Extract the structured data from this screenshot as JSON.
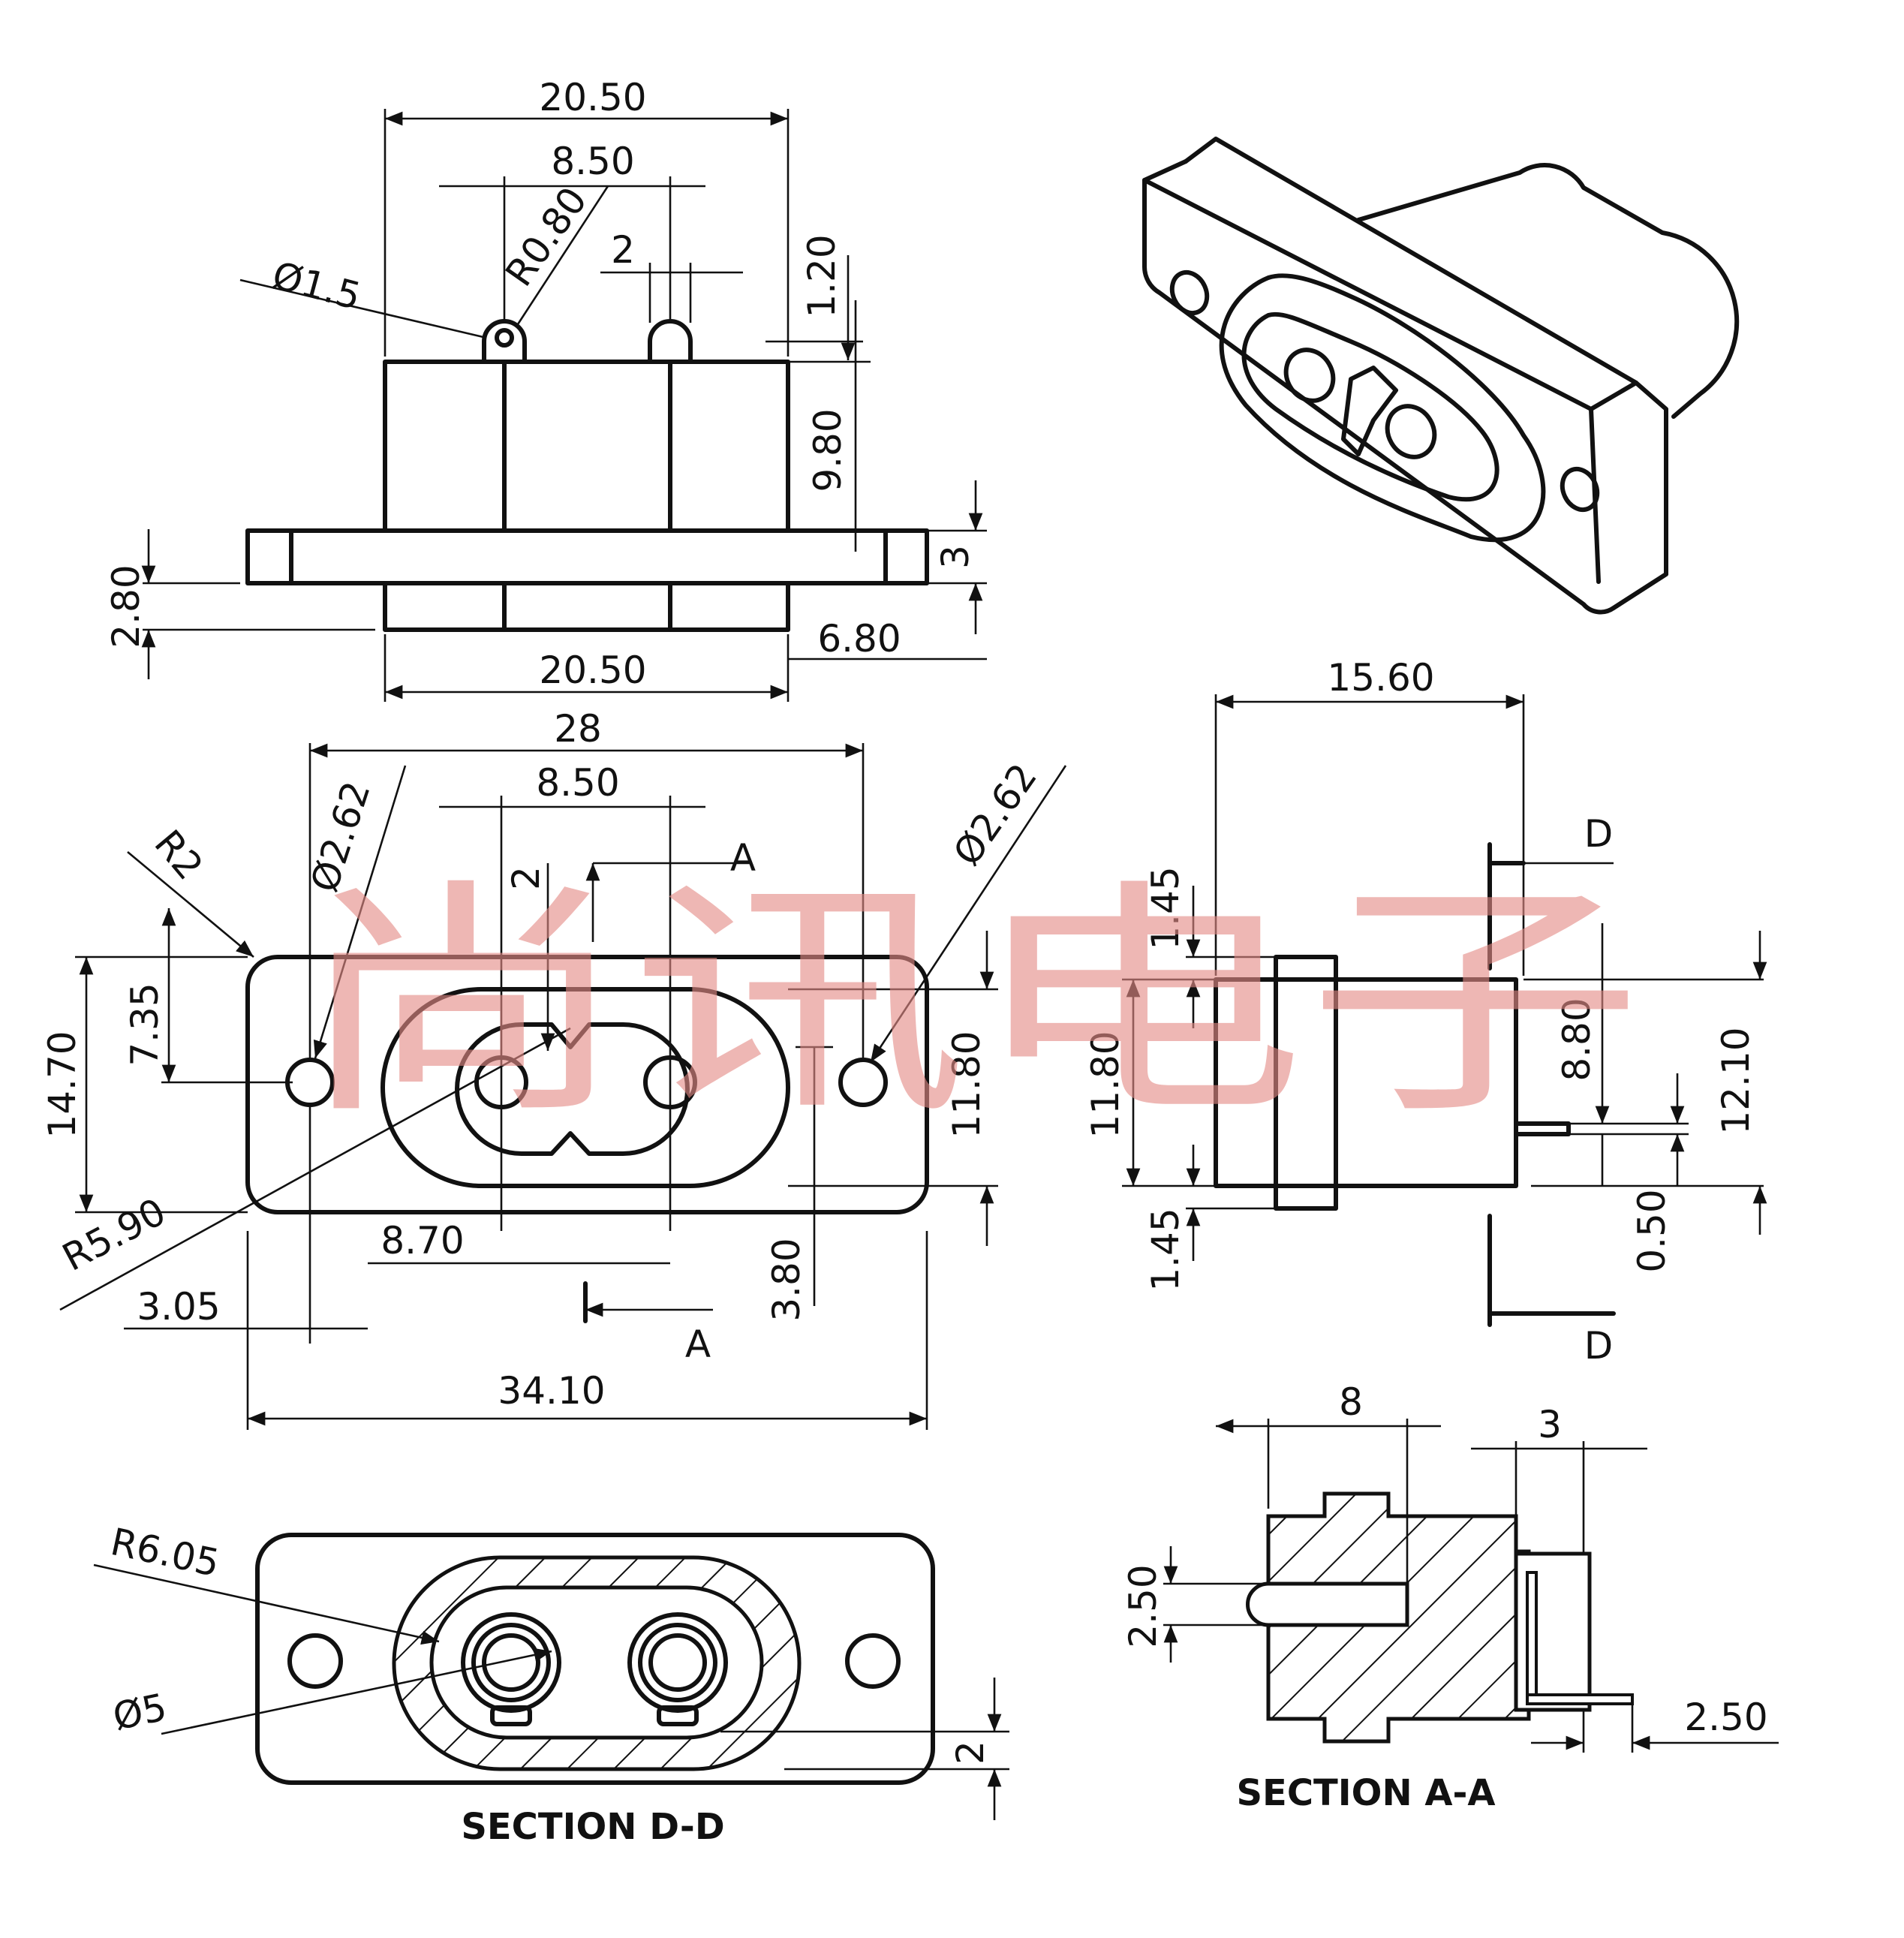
{
  "watermark": "尚讯电子",
  "top_view": {
    "width_top": "20.50",
    "pin_pitch": "8.50",
    "pin_offset": "2",
    "pin_dia": "Ø1.5",
    "pin_radius": "R0.80",
    "pin_height": "1.20",
    "body_height": "9.80",
    "flange_thickness": "3",
    "flange_offset": "2.80",
    "flange_extension": "6.80",
    "width_bottom": "20.50"
  },
  "front_view": {
    "mount_span": "28",
    "pin_pitch": "8.50",
    "hole_left": "Ø2.62",
    "hole_right": "Ø2.62",
    "corner_radius": "R2",
    "key_offset": "2",
    "section_a": "A",
    "height_overall": "14.70",
    "hole_height": "7.35",
    "opening_height": "11.80",
    "opening_radius": "R5.90",
    "pin_spacing": "8.70",
    "pin_depth": "3.80",
    "hole_edge": "3.05",
    "section_a_bottom": "A",
    "width_overall": "34.10"
  },
  "side_view": {
    "depth": "15.60",
    "section_d": "D",
    "flange_top": "1.45",
    "body_height": "11.80",
    "flange_bottom": "1.45",
    "pin_height": "8.80",
    "pin_thickness": "0.50",
    "total_height": "12.10",
    "section_d_bottom": "D"
  },
  "section_dd": {
    "radius": "R6.05",
    "dia": "Ø5",
    "wall": "2",
    "title": "SECTION D-D"
  },
  "section_aa": {
    "length": "8",
    "depth": "3",
    "slot": "2.50",
    "pin_offset": "2.50",
    "title": "SECTION A-A"
  }
}
